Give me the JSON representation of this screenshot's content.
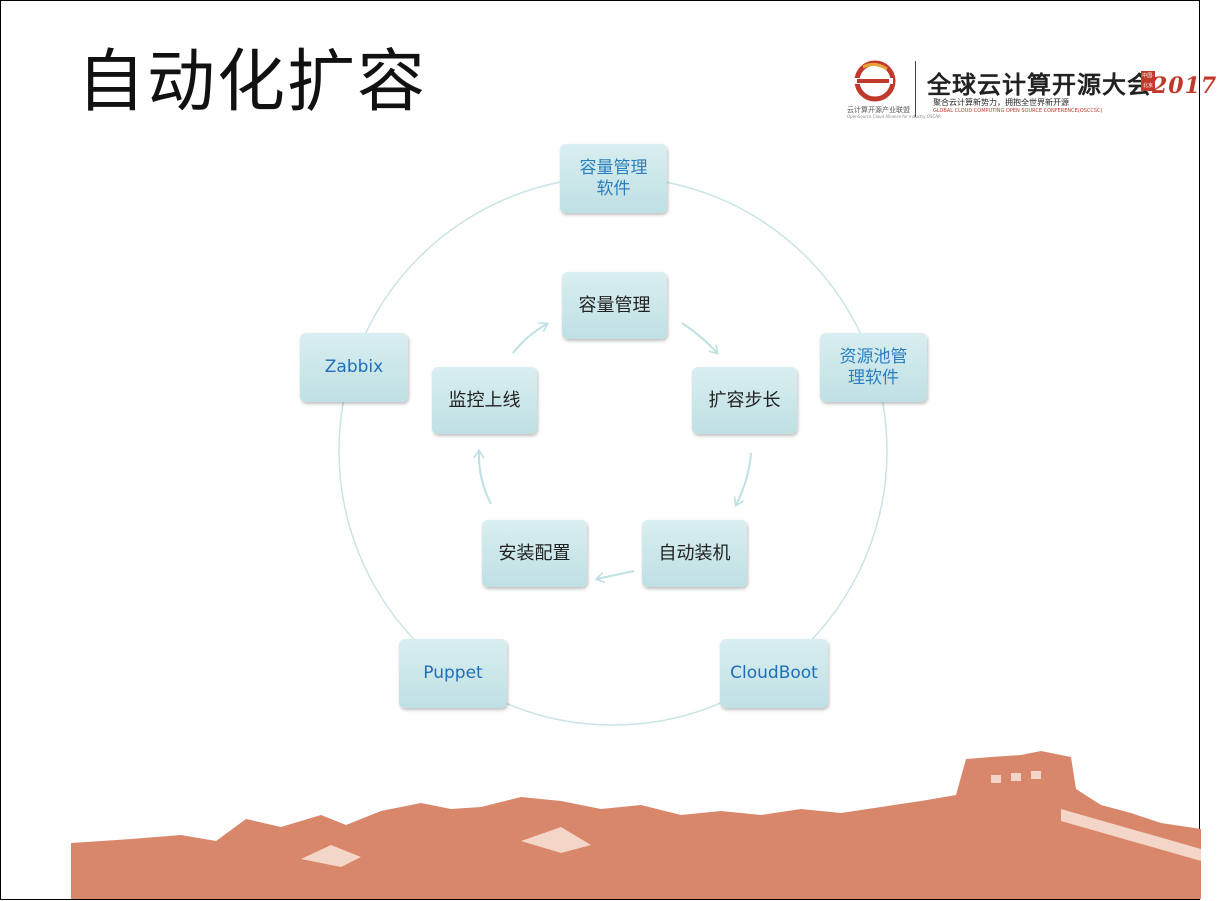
{
  "slide": {
    "title": "自动化扩容"
  },
  "logo": {
    "org_caption": "云计算开源产业联盟",
    "org_caption_en": "OpenSource Cloud Alliance for industry,OSCAR",
    "brand_main": "全球云计算开源大会",
    "brand_year": "2017",
    "brand_stamp": "中国·北京",
    "brand_slogan": "聚合云计算新势力，拥抱全世界新开源",
    "brand_en": "GLOBAL CLOUD COMPUTING OPEN SOURCE CONFERENCE(OSCCSC)"
  },
  "outer_ring": [
    "容量管理\n软件",
    "资源池管\n理软件",
    "CloudBoot",
    "Puppet",
    "Zabbix"
  ],
  "inner_cycle": [
    "容量管理",
    "扩容步长",
    "自动装机",
    "安装配置",
    "监控上线"
  ],
  "colors": {
    "node_fill_top": "#d9eef0",
    "node_fill_bottom": "#bfe0e4",
    "tool_text": "#2a7fbf",
    "ring_stroke": "#c9e4e6",
    "arrow_stroke": "#bfe0e4",
    "mountain": "#d9876a",
    "accent_red": "#c0392b"
  }
}
